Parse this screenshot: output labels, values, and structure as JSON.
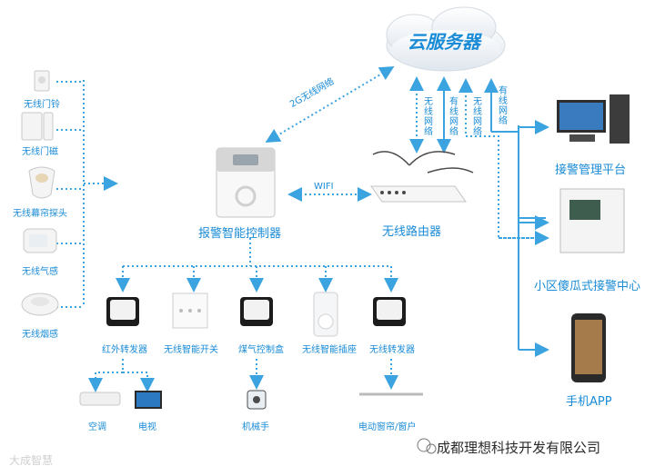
{
  "cloud": {
    "label": "云服务器"
  },
  "links": {
    "g2": "2G无线网络",
    "wifi": "WIFI",
    "wireless_net": "无线网络",
    "wired_net": "有线网络"
  },
  "sensors": [
    {
      "label": "无线门铃",
      "icon": "doorbell-icon"
    },
    {
      "label": "无线门磁",
      "icon": "door-sensor-icon"
    },
    {
      "label": "无线幕帘探头",
      "icon": "curtain-detector-icon"
    },
    {
      "label": "无线气感",
      "icon": "gas-sensor-icon"
    },
    {
      "label": "无线烟感",
      "icon": "smoke-sensor-icon"
    }
  ],
  "controller": {
    "label": "报警智能控制器"
  },
  "router": {
    "label": "无线路由器"
  },
  "terminals": [
    {
      "label": "接警管理平台",
      "icon": "desktop-computer-icon"
    },
    {
      "label": "小区傻瓜式接警中心",
      "icon": "alarm-center-panel-icon"
    },
    {
      "label": "手机APP",
      "icon": "smartphone-icon"
    }
  ],
  "devices": [
    {
      "label": "红外转发器"
    },
    {
      "label": "无线智能开关"
    },
    {
      "label": "煤气控制盒"
    },
    {
      "label": "无线智能插座"
    },
    {
      "label": "无线转发器"
    }
  ],
  "appliances": [
    {
      "label": "空调",
      "icon": "air-conditioner-icon"
    },
    {
      "label": "电视",
      "icon": "tv-icon"
    },
    {
      "label": "机械手",
      "icon": "manipulator-icon"
    },
    {
      "label": "电动窗帘/窗户",
      "icon": "curtain-rail-icon"
    }
  ],
  "footer": {
    "company": "成都理想科技开发有限公司",
    "watermark": "大成智慧"
  },
  "colors": {
    "accent": "#1a8bd6",
    "line": "#3aa3e0"
  }
}
